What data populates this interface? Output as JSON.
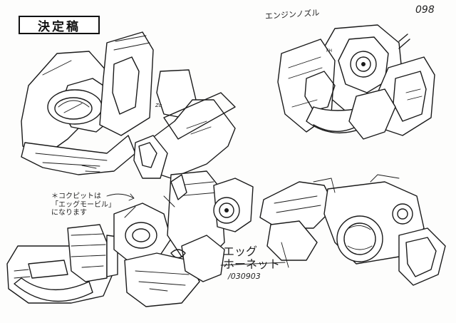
{
  "sheet": {
    "stamp_label": "決定稿",
    "page_number": "098",
    "engine_note": "エンジンノズル",
    "cockpit_note": [
      "＊コクピットは",
      "「エッグモービル」",
      "になります"
    ],
    "name_label": [
      "エッグ",
      "ホーネット"
    ],
    "date_label": "/030903",
    "ink_color": "#1a1a1a",
    "paper_color": "#fdfdfc"
  }
}
